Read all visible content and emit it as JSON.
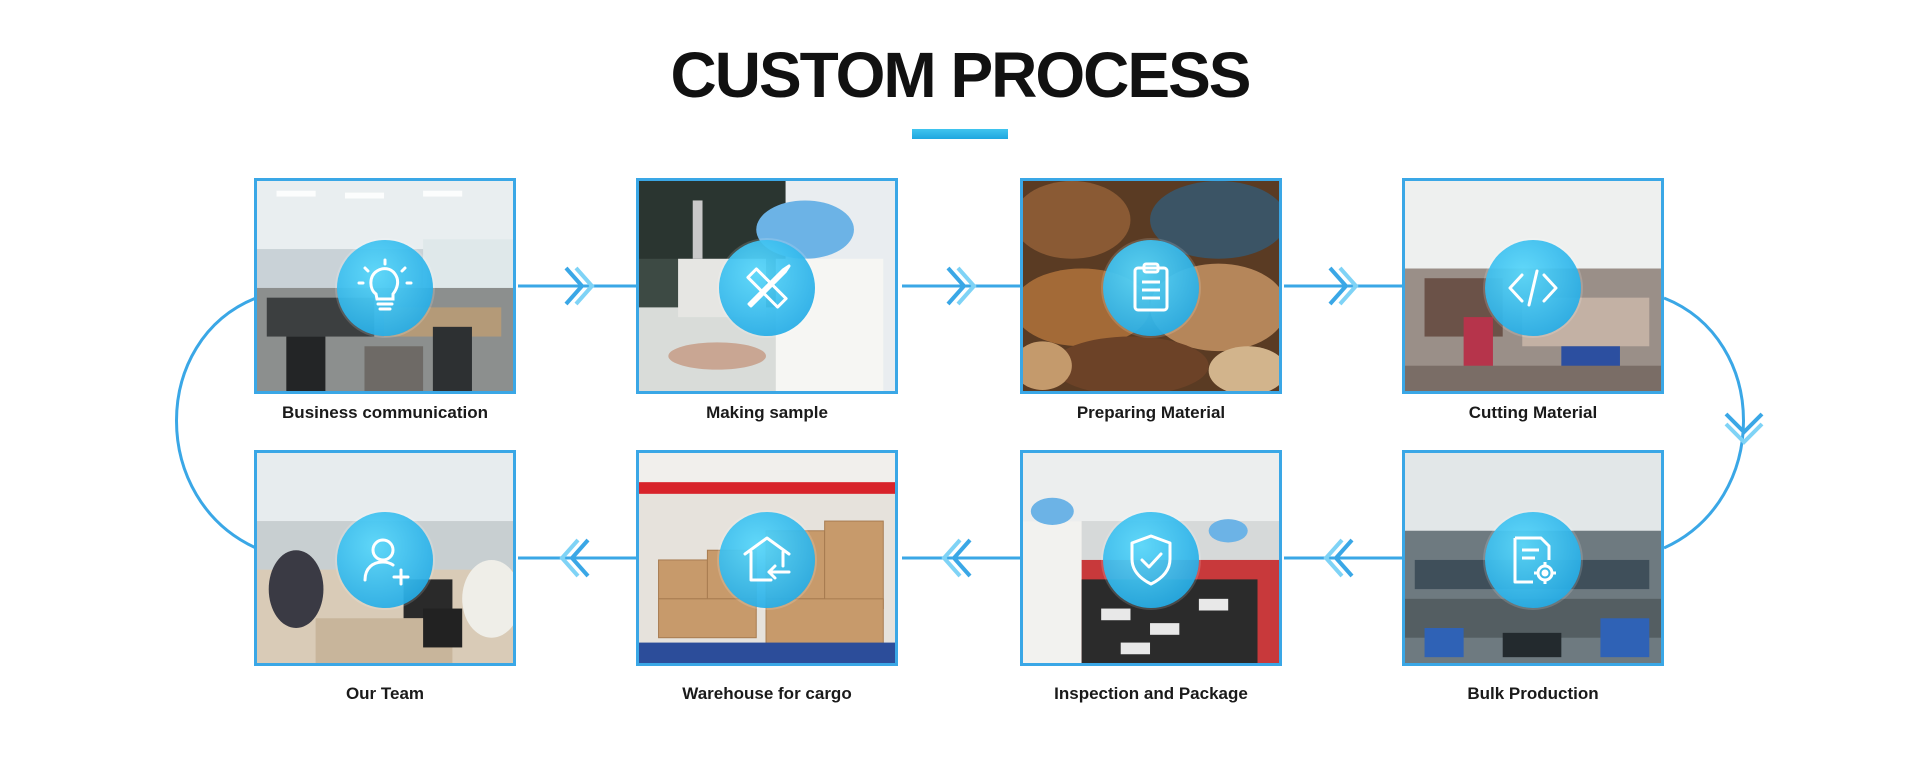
{
  "title": "CUSTOM PROCESS",
  "colors": {
    "accent": "#3aa7e6",
    "badge": "#1fa8e2",
    "title": "#111111"
  },
  "steps": [
    {
      "label": "Business communication",
      "icon": "lightbulb-icon",
      "scene": "office"
    },
    {
      "label": "Making sample",
      "icon": "pencil-ruler-icon",
      "scene": "sewing"
    },
    {
      "label": "Preparing Material",
      "icon": "clipboard-icon",
      "scene": "leather"
    },
    {
      "label": "Cutting Material",
      "icon": "code-icon",
      "scene": "workshop"
    },
    {
      "label": "Bulk Production",
      "icon": "document-gear-icon",
      "scene": "factory"
    },
    {
      "label": "Inspection and Package",
      "icon": "shield-check-icon",
      "scene": "inspection"
    },
    {
      "label": "Warehouse for cargo",
      "icon": "warehouse-icon",
      "scene": "warehouse"
    },
    {
      "label": "Our Team",
      "icon": "team-user-add-icon",
      "scene": "team"
    }
  ]
}
